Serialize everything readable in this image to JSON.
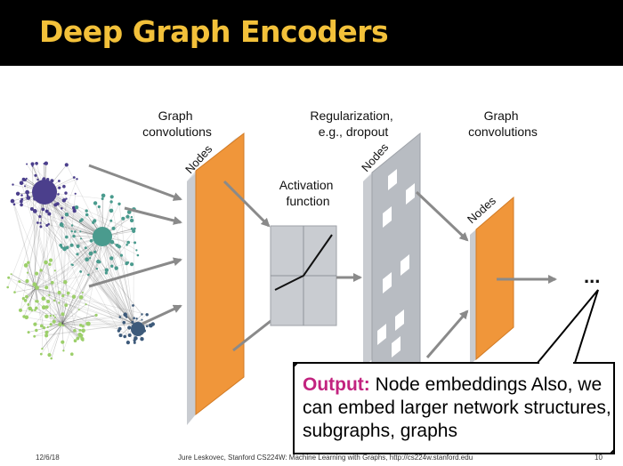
{
  "slide": {
    "title": "Deep Graph Encoders"
  },
  "diagram": {
    "label_graph_conv_1": [
      "Graph",
      "convolutions"
    ],
    "label_regularization": [
      "Regularization,",
      "e.g., dropout"
    ],
    "label_graph_conv_2": [
      "Graph",
      "convolutions"
    ],
    "label_activation": [
      "Activation",
      "function"
    ],
    "nodes_label": "Nodes",
    "ellipsis": "...",
    "colors": {
      "orange_layer": "#f0963a",
      "grey_layer": "#b8bcc2",
      "panel_grey": "#e0e0e0",
      "arrow_grey": "#8a8a8a",
      "node_purple": "#4b3f8c",
      "node_teal": "#4a9b8e",
      "node_green": "#9ccf6a"
    }
  },
  "callout": {
    "highlight": "Output:",
    "text": " Node embeddings Also, we can embed larger network structures,  subgraphs, graphs"
  },
  "footer": {
    "date": "12/6/18",
    "credit": "Jure Leskovec, Stanford CS224W: Machine Learning with Graphs, http://cs224w.stanford.edu",
    "page": "10"
  }
}
